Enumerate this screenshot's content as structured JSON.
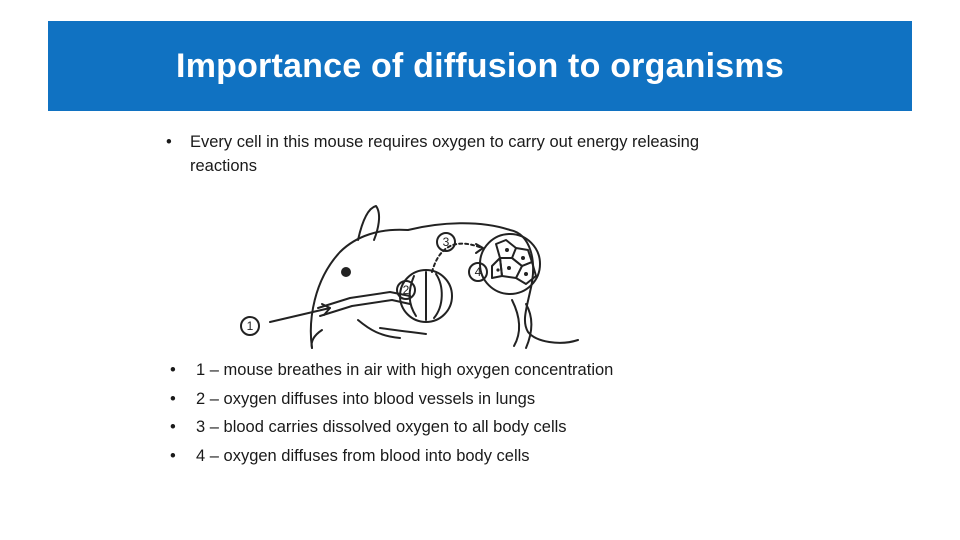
{
  "slide": {
    "title": "Importance of diffusion to organisms",
    "accent_color": "#1072c2",
    "intro_bullet": "•",
    "intro_text": "Every cell in this mouse requires oxygen to carry out energy releasing reactions"
  },
  "diagram": {
    "labels": [
      "1",
      "2",
      "3",
      "4"
    ],
    "icon": "mouse-diffusion-diagram"
  },
  "steps": [
    {
      "bullet": "•",
      "text": "1 – mouse breathes in air with high oxygen concentration"
    },
    {
      "bullet": "•",
      "text": "2 – oxygen diffuses into blood vessels in lungs"
    },
    {
      "bullet": "•",
      "text": "3 – blood carries dissolved oxygen to all body cells"
    },
    {
      "bullet": "•",
      "text": "4 – oxygen diffuses from blood into body cells"
    }
  ]
}
